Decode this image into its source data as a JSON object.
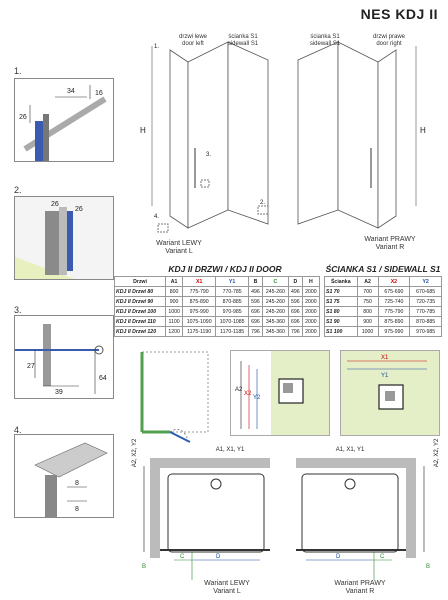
{
  "header": {
    "title": "NES KDJ II"
  },
  "steps": {
    "s1": "1.",
    "s2": "2.",
    "s3": "3.",
    "s4": "4."
  },
  "details": {
    "d1": {
      "w": "34",
      "h1": "16",
      "h2": "26"
    },
    "d2": {
      "a": "26",
      "b": "26"
    },
    "d3": {
      "v1": "27",
      "w": "39",
      "h": "64"
    },
    "d4": {
      "a": "8",
      "b": "8"
    }
  },
  "left_drawing": {
    "door_label_1": "drzwi lewe",
    "door_label_2": "door left",
    "wall_label_1": "ścianka S1",
    "wall_label_2": "sidewall S1",
    "variant_1": "Wariant LEWY",
    "variant_2": "Variant L",
    "h": "H",
    "n1": "1.",
    "n2": "2.",
    "n3": "3.",
    "n4": "4."
  },
  "right_drawing": {
    "wall_label_1": "ścianka S1",
    "wall_label_2": "sidewall S1",
    "door_label_1": "drzwi prawe",
    "door_label_2": "door right",
    "variant_1": "Wariant PRAWY",
    "variant_2": "Variant R",
    "h": "H"
  },
  "door_table": {
    "title": "KDJ II DRZWI / KDJ II DOOR",
    "headers": [
      "Drzwi",
      "A1",
      "X1",
      "Y1",
      "B",
      "C",
      "D",
      "H"
    ],
    "rows": [
      [
        "KDJ II Drzwi 80",
        "800",
        "775-790",
        "770-785",
        "496",
        "245-260",
        "496",
        "2000"
      ],
      [
        "KDJ II Drzwi 90",
        "900",
        "875-890",
        "870-885",
        "596",
        "245-260",
        "596",
        "2000"
      ],
      [
        "KDJ II Drzwi 100",
        "1000",
        "975-990",
        "970-985",
        "696",
        "245-260",
        "696",
        "2000"
      ],
      [
        "KDJ II Drzwi 110",
        "1100",
        "1075-1090",
        "1070-1085",
        "696",
        "345-360",
        "696",
        "2000"
      ],
      [
        "KDJ II Drzwi 120",
        "1200",
        "1175-1190",
        "1170-1185",
        "796",
        "345-360",
        "796",
        "2000"
      ]
    ]
  },
  "wall_table": {
    "title": "ŚCIANKA S1 / SIDEWALL S1",
    "headers": [
      "Ścianka",
      "A2",
      "X2",
      "Y2"
    ],
    "rows": [
      [
        "S1 70",
        "700",
        "675-690",
        "670-685"
      ],
      [
        "S1 75",
        "750",
        "725-740",
        "720-735"
      ],
      [
        "S1 80",
        "800",
        "775-790",
        "770-785"
      ],
      [
        "S1 90",
        "900",
        "875-890",
        "870-885"
      ],
      [
        "S1 100",
        "1000",
        "975-990",
        "970-985"
      ]
    ]
  },
  "mid_details": {
    "a2": "A2",
    "x2": "X2",
    "y2": "Y2",
    "x1": "X1",
    "y1": "Y1"
  },
  "plan_left": {
    "top": "A1, X1, Y1",
    "side": "A2, X2, Y2",
    "c": "C",
    "d": "D",
    "b": "B",
    "variant_1": "Wariant LEWY",
    "variant_2": "Variant L"
  },
  "plan_right": {
    "top": "A1, X1, Y1",
    "side": "A2, X2, Y2",
    "c": "C",
    "d": "D",
    "b": "B",
    "variant_1": "Wariant PRAWY",
    "variant_2": "Variant R"
  },
  "colors": {
    "red": "#cc0000",
    "blue": "#1a4fa0",
    "green": "#2f8a2f",
    "wall_fill": "#e4efc8"
  }
}
